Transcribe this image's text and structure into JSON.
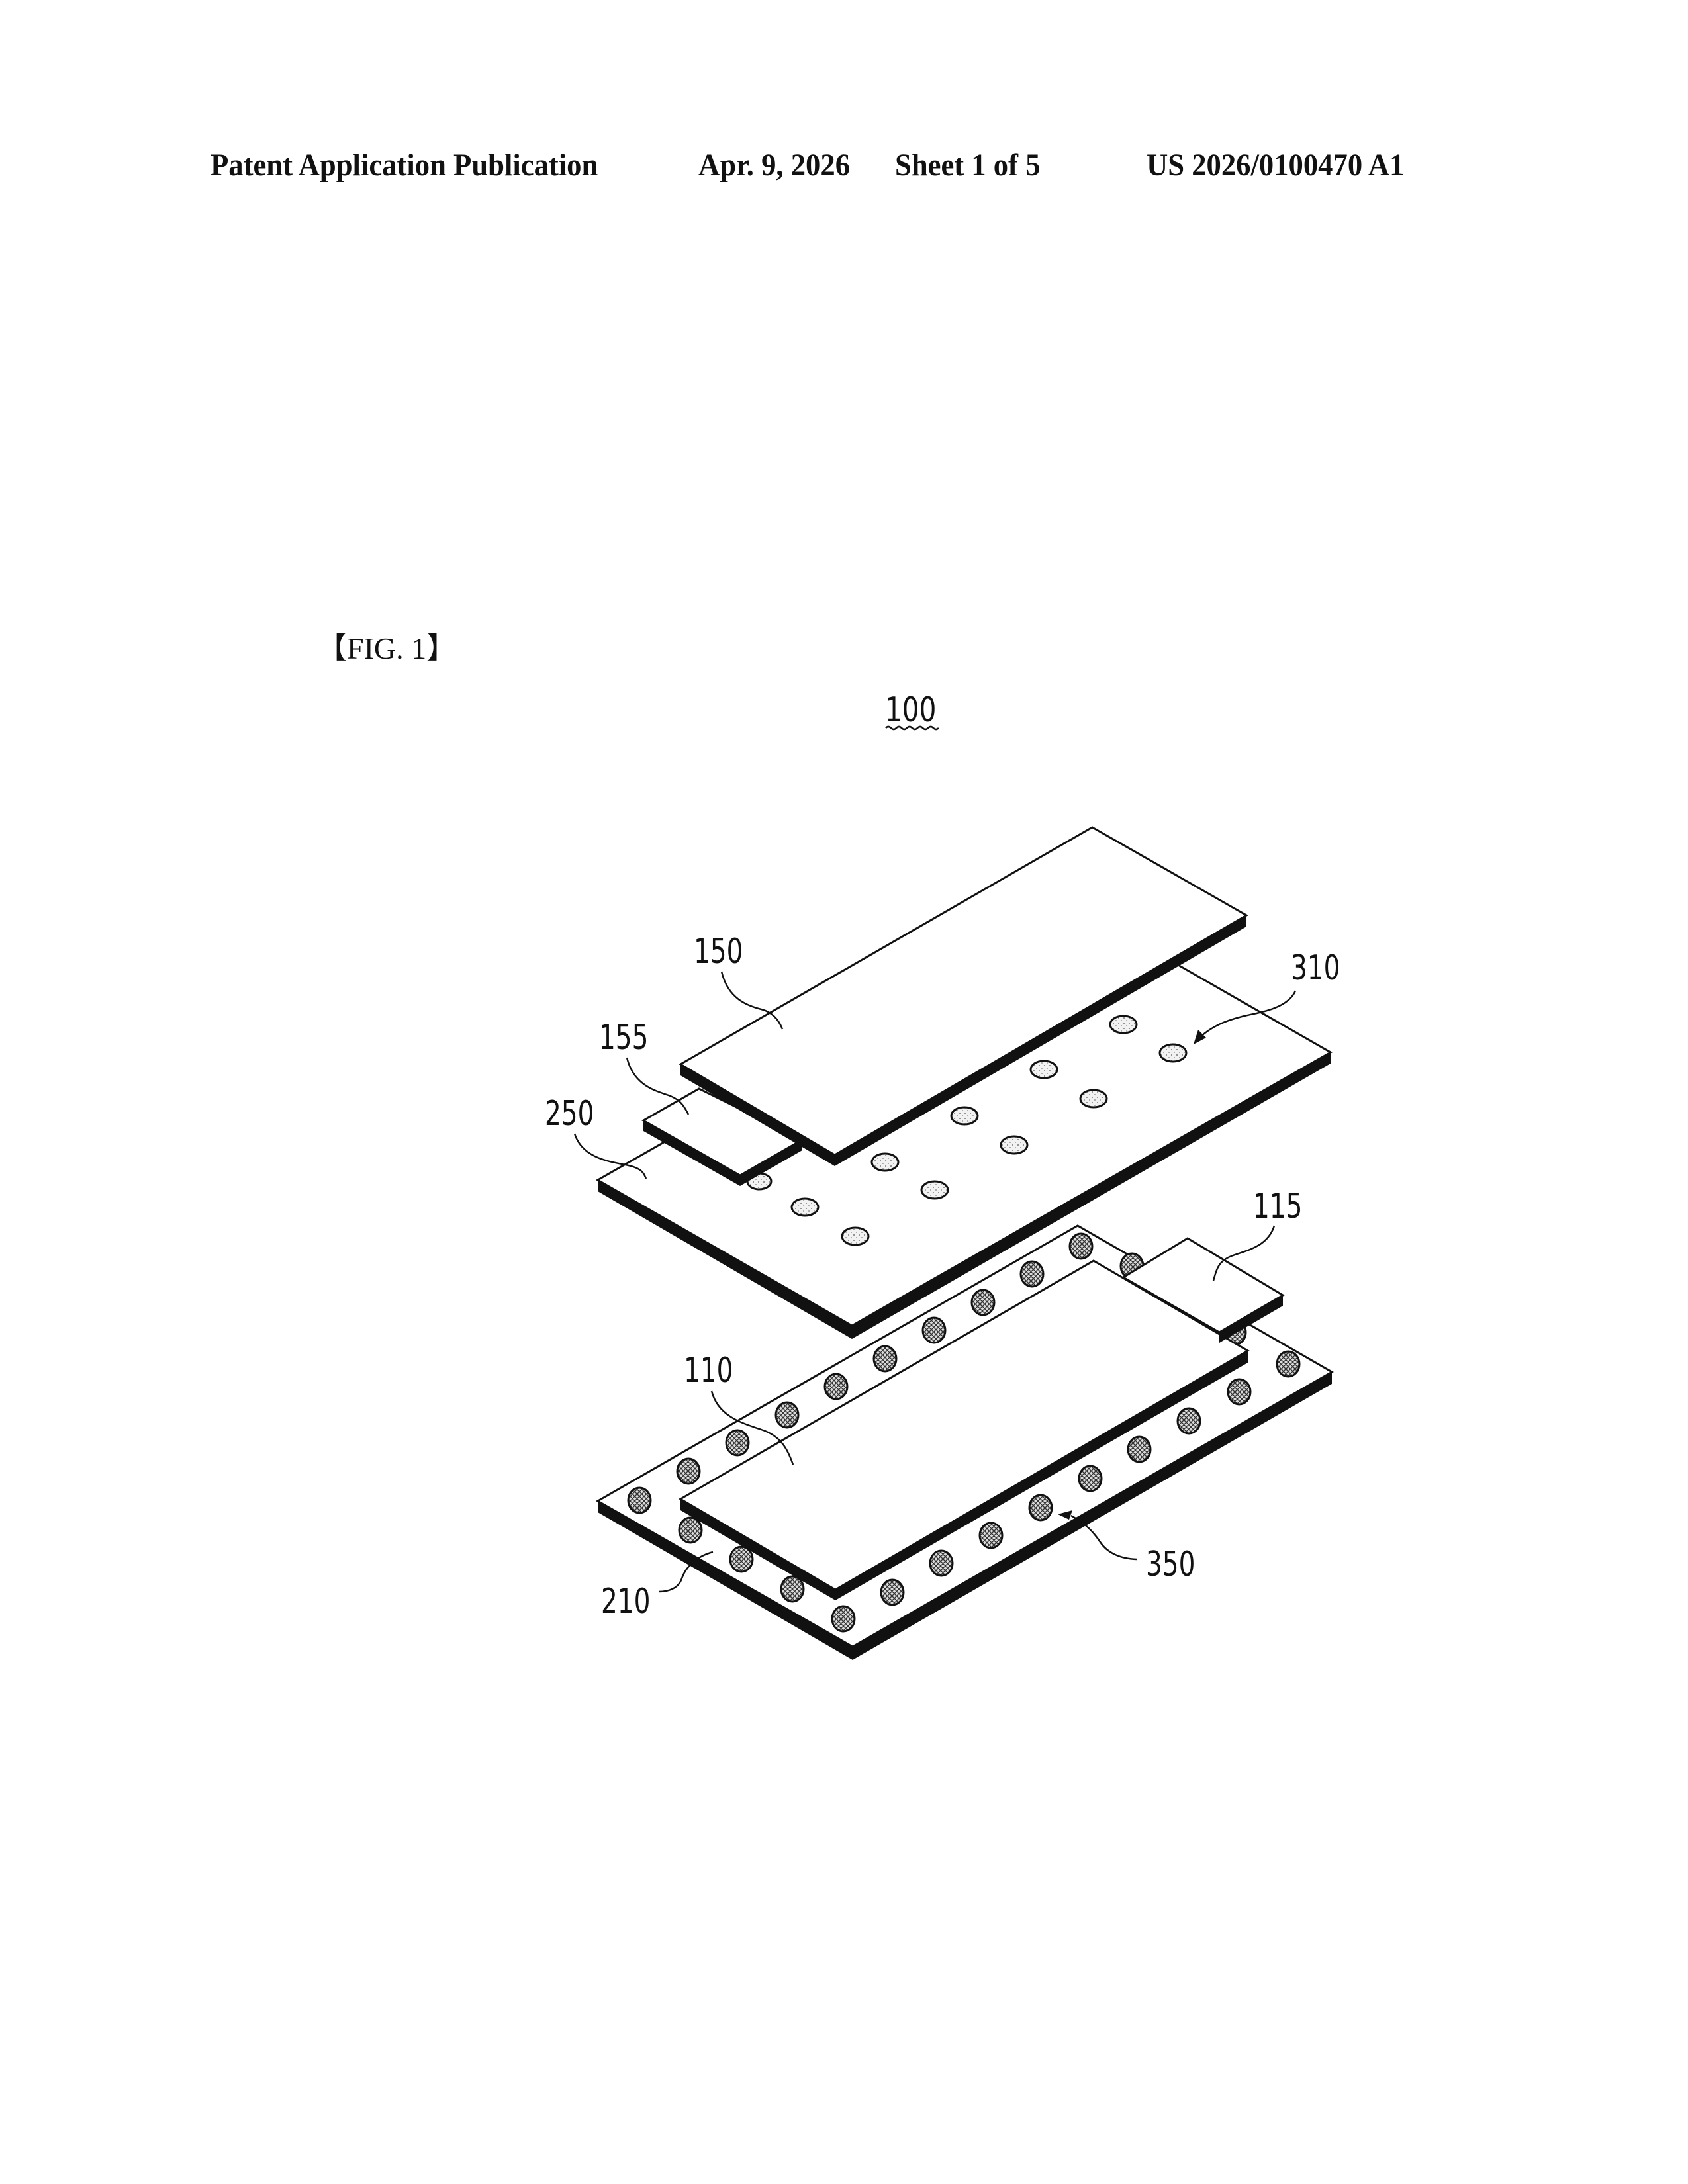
{
  "header": {
    "publication_type": "Patent Application Publication",
    "date": "Apr. 9, 2026",
    "sheet": "Sheet 1 of 5",
    "publication_number": "US 2026/0100470 A1"
  },
  "figure": {
    "label": "【FIG. 1】",
    "assembly_ref": "100",
    "references": {
      "upper_electrode": "150",
      "upper_tab": "155",
      "upper_separator": "250",
      "upper_dots": "310",
      "lower_tab": "115",
      "lower_electrode": "110",
      "lower_dots": "350",
      "lower_separator": "210"
    }
  },
  "colors": {
    "ink": "#111111",
    "paper": "#ffffff",
    "light_dot_fill": "#d9d9d9",
    "dark_dot_fill": "#8a8a8a"
  }
}
